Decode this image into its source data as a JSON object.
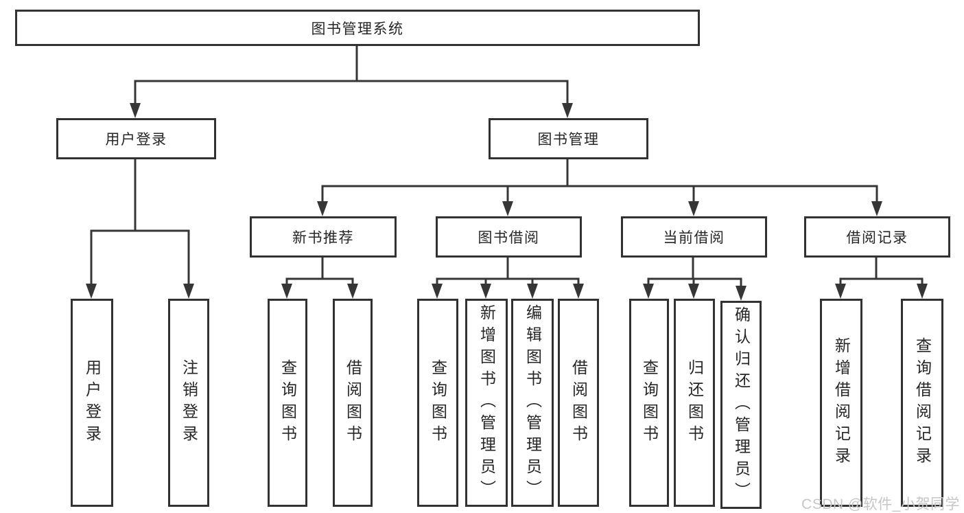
{
  "diagram": {
    "root": {
      "label": "图书管理系统"
    },
    "level2": [
      {
        "id": "user-login",
        "label": "用户登录"
      },
      {
        "id": "book-management",
        "label": "图书管理"
      }
    ],
    "level3": [
      {
        "id": "new-book-recommend",
        "label": "新书推荐"
      },
      {
        "id": "book-borrowing",
        "label": "图书借阅"
      },
      {
        "id": "current-borrowing",
        "label": "当前借阅"
      },
      {
        "id": "borrowing-records",
        "label": "借阅记录"
      }
    ],
    "leaves": {
      "user_login": [
        {
          "label": "用户登录"
        },
        {
          "label": "注销登录"
        }
      ],
      "new_books": [
        {
          "label": "查询图书"
        },
        {
          "label": "借阅图书"
        }
      ],
      "book_borrow": [
        {
          "label": "查询图书"
        },
        {
          "label": "新增图书（管理员）"
        },
        {
          "label": "编辑图书（管理员）"
        },
        {
          "label": "借阅图书"
        }
      ],
      "current_borrow": [
        {
          "label": "查询图书"
        },
        {
          "label": "归还图书"
        },
        {
          "label": "确认归还（管理员）"
        }
      ],
      "borrow_records": [
        {
          "label": "新增借阅记录"
        },
        {
          "label": "查询借阅记录"
        }
      ]
    }
  },
  "watermark": {
    "text": "CSDN @软件_小贺同学"
  },
  "colors": {
    "line": "#363636",
    "border": "#323232",
    "text": "#262626",
    "watermark": "#c6c6c6",
    "background": "#ffffff"
  }
}
